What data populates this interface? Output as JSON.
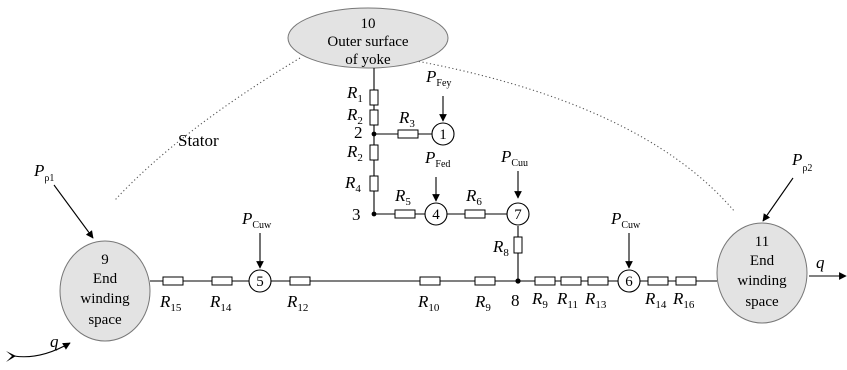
{
  "yoke": {
    "number": "10",
    "line1": "Outer surface",
    "line2": "of yoke"
  },
  "left_space": {
    "number": "9",
    "line1": "End",
    "line2": "winding",
    "line3": "space"
  },
  "right_space": {
    "number": "11",
    "line1": "End",
    "line2": "winding",
    "line3": "space"
  },
  "stator_label": "Stator",
  "nodes": {
    "n1": "1",
    "n2": "2",
    "n3": "3",
    "n4": "4",
    "n5": "5",
    "n6": "6",
    "n7": "7",
    "n8": "8"
  },
  "sources": {
    "p_rho1": {
      "main": "P",
      "sub": "ρ1"
    },
    "p_rho2": {
      "main": "P",
      "sub": "ρ2"
    },
    "p_fey": {
      "main": "P",
      "sub": "Fey"
    },
    "p_fed": {
      "main": "P",
      "sub": "Fed"
    },
    "p_cuu": {
      "main": "P",
      "sub": "Cuu"
    },
    "p_cuw_left": {
      "main": "P",
      "sub": "Cuw"
    },
    "p_cuw_right": {
      "main": "P",
      "sub": "Cuw"
    }
  },
  "heat_flow": {
    "left": "q",
    "right": "q"
  },
  "resistors": {
    "r1": {
      "main": "R",
      "sub": "1"
    },
    "r2a": {
      "main": "R",
      "sub": "2"
    },
    "r2b": {
      "main": "R",
      "sub": "2"
    },
    "r3": {
      "main": "R",
      "sub": "3"
    },
    "r4": {
      "main": "R",
      "sub": "4"
    },
    "r5": {
      "main": "R",
      "sub": "5"
    },
    "r6": {
      "main": "R",
      "sub": "6"
    },
    "r8": {
      "main": "R",
      "sub": "8"
    },
    "r15": {
      "main": "R",
      "sub": "15"
    },
    "r14a": {
      "main": "R",
      "sub": "14"
    },
    "r12": {
      "main": "R",
      "sub": "12"
    },
    "r10": {
      "main": "R",
      "sub": "10"
    },
    "r9a": {
      "main": "R",
      "sub": "9"
    },
    "r9b": {
      "main": "R",
      "sub": "9"
    },
    "r11": {
      "main": "R",
      "sub": "11"
    },
    "r13": {
      "main": "R",
      "sub": "13"
    },
    "r14b": {
      "main": "R",
      "sub": "14"
    },
    "r16": {
      "main": "R",
      "sub": "16"
    }
  }
}
